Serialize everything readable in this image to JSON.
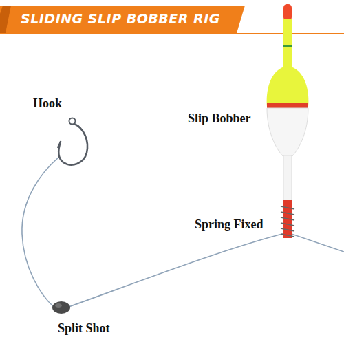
{
  "diagram": {
    "title": "SLIDING SLIP BOBBER RIG",
    "labels": [
      "Hook",
      "Slip Bobber",
      "Spring Fixed",
      "Split Shot"
    ]
  }
}
